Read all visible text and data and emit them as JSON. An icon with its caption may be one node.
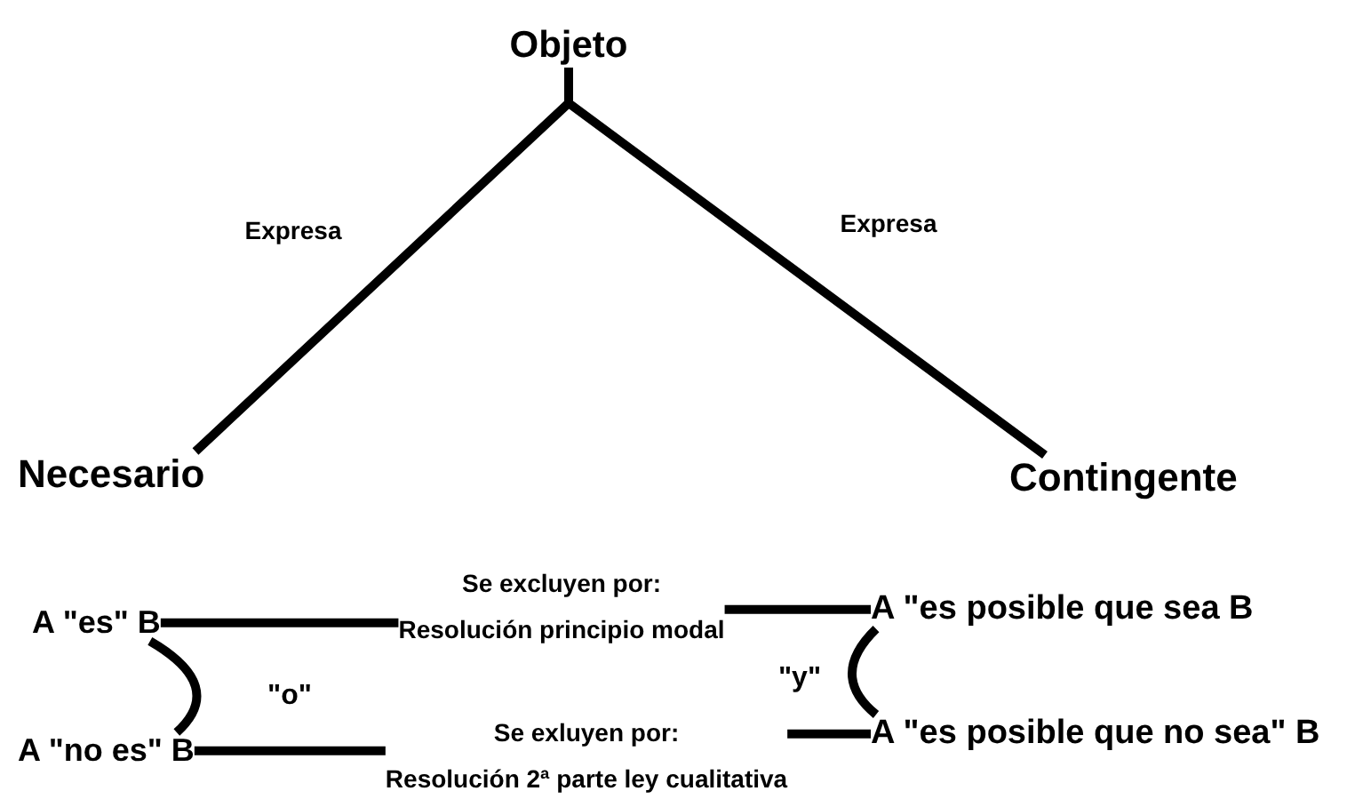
{
  "diagram": {
    "nodes": [
      {
        "text": [
          "Objeto"
        ]
      },
      {
        "text": [
          "Necesario"
        ]
      },
      {
        "text": [
          "Contingente"
        ]
      },
      {
        "text": [
          "A \"es\" B"
        ]
      },
      {
        "text": [
          "A \"no es\" B"
        ]
      },
      {
        "text": [
          "Se excluyen por:",
          "Resolución principio modal"
        ]
      },
      {
        "text": [
          "Se exluyen por:",
          "Resolución 2ª parte ley cualitativa"
        ]
      },
      {
        "text": [
          "A \"es posible que sea B"
        ]
      },
      {
        "text": [
          "A \"es posible que no sea\" B"
        ]
      }
    ],
    "edges": [
      {
        "from": 0,
        "to": 1,
        "arrow": "none",
        "label": "Expresa"
      },
      {
        "from": 0,
        "to": 2,
        "arrow": "none",
        "label": "Expresa"
      },
      {
        "from": 3,
        "to": 4,
        "arrow": "none",
        "label": "\"o\""
      },
      {
        "from": 3,
        "to": 5,
        "arrow": "none"
      },
      {
        "from": 5,
        "to": 7,
        "arrow": "none"
      },
      {
        "from": 4,
        "to": 6,
        "arrow": "none"
      },
      {
        "from": 6,
        "to": 8,
        "arrow": "none"
      },
      {
        "from": 7,
        "to": 8,
        "arrow": "none",
        "label": "\"y\""
      }
    ]
  }
}
